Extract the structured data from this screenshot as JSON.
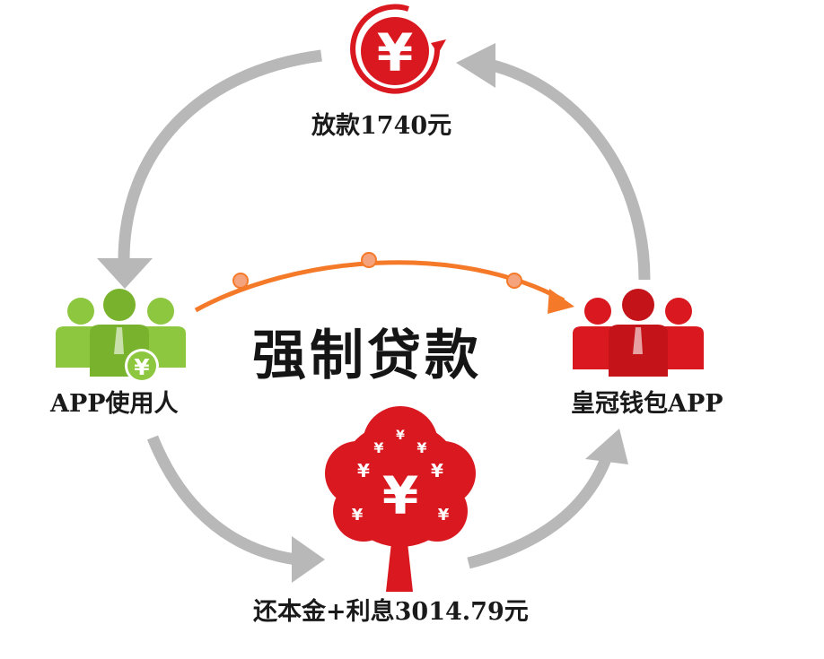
{
  "diagram": {
    "center_label": "强制贷款",
    "nodes": {
      "lender": {
        "label": "放款1740元",
        "icon": "yen-coin-icon"
      },
      "user": {
        "label": "APP使用人",
        "icon": "people-group-green-icon"
      },
      "wallet": {
        "label": "皇冠钱包APP",
        "icon": "people-group-red-icon"
      },
      "repayment": {
        "label": "还本金+利息3014.79元",
        "icon": "money-tree-icon"
      }
    },
    "flows": [
      {
        "from": "wallet",
        "to": "lender"
      },
      {
        "from": "lender",
        "to": "user"
      },
      {
        "from": "user",
        "to": "repayment"
      },
      {
        "from": "repayment",
        "to": "wallet"
      },
      {
        "from": "user",
        "to": "wallet",
        "style": "orange-dotted"
      }
    ],
    "symbols": {
      "yen": "¥"
    },
    "colors": {
      "red": "#d9181f",
      "green": "#8dc63f",
      "gray_arrow": "#b7b7b7",
      "orange_arrow": "#f47a2a",
      "orange_dot": "#f4a37c"
    }
  }
}
